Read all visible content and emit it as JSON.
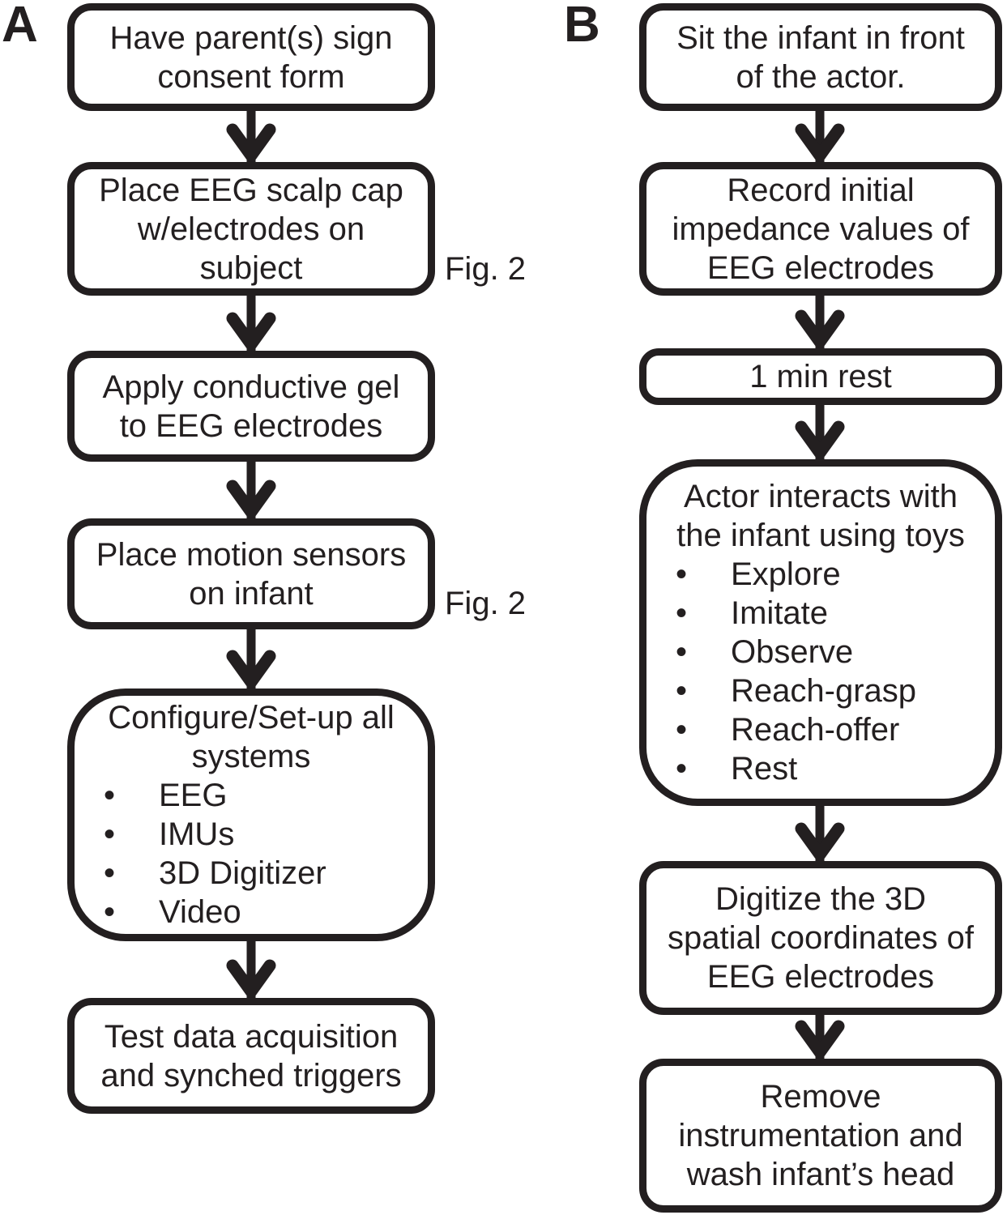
{
  "figure": {
    "panel_a_label": "A",
    "panel_b_label": "B",
    "fig_ref_1": "Fig. 2",
    "fig_ref_2": "Fig. 2",
    "bullet_glyph": "•"
  },
  "colors": {
    "ink": "#231f20",
    "background": "#ffffff"
  },
  "panel_a": {
    "steps": [
      {
        "lines": [
          "Have parent(s) sign",
          "consent form"
        ]
      },
      {
        "lines": [
          "Place EEG scalp cap",
          "w/electrodes on",
          "subject"
        ],
        "side_note": "Fig. 2"
      },
      {
        "lines": [
          "Apply conductive gel",
          "to EEG electrodes"
        ]
      },
      {
        "lines": [
          "Place motion sensors",
          "on infant"
        ],
        "side_note": "Fig. 2"
      },
      {
        "title_lines": [
          "Configure/Set-up all",
          "systems"
        ],
        "bullets": [
          "EEG",
          "IMUs",
          "3D Digitizer",
          "Video"
        ]
      },
      {
        "lines": [
          "Test data acquisition",
          "and synched triggers"
        ]
      }
    ]
  },
  "panel_b": {
    "steps": [
      {
        "lines": [
          "Sit the infant in front",
          "of the actor."
        ]
      },
      {
        "lines": [
          "Record initial",
          "impedance values of",
          "EEG electrodes"
        ]
      },
      {
        "lines": [
          "1 min rest"
        ]
      },
      {
        "title_lines": [
          "Actor interacts with",
          "the infant using toys"
        ],
        "bullets": [
          "Explore",
          "Imitate",
          "Observe",
          "Reach-grasp",
          "Reach-offer",
          "Rest"
        ]
      },
      {
        "lines": [
          "Digitize the 3D",
          "spatial coordinates of",
          "EEG electrodes"
        ]
      },
      {
        "lines": [
          "Remove",
          "instrumentation and",
          "wash infant’s head"
        ]
      }
    ]
  }
}
